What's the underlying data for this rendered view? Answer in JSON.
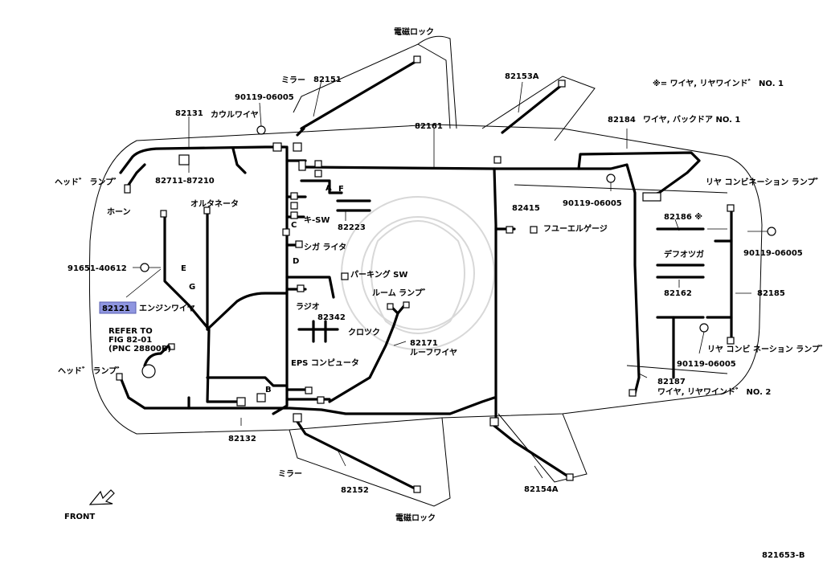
{
  "diagram": {
    "labels": {
      "denji_lock_top": "電磁ロック",
      "denji_lock_bottom": "電磁ロック",
      "note_star": "※= ワイヤ, リヤワインド゛ NO. 1",
      "mirror_top": "ミラー",
      "mirror_bottom": "ミラー",
      "p82151": "82151",
      "p82153a": "82153A",
      "p90119_top": "90119-06005",
      "p82131": "82131",
      "cowl_wire": "カウルワイヤ",
      "p82161": "82161",
      "p82184": "82184",
      "back_door_wire": "ワイヤ, バックドア NO. 1",
      "head_lamp_top": "ヘッド゛ ランプ゛",
      "p82711": "82711-87210",
      "horn": "ホーン",
      "alternator": "オルタネータ",
      "letter_a": "A",
      "letter_f": "F",
      "p82223": "82223",
      "key_sw": "キ-SW",
      "letter_c": "C",
      "cigar_lighter": "シガ ライタ",
      "letter_d": "D",
      "p90119_mid": "90119-06005",
      "p82415": "82415",
      "fuel_gauge": "フユーエルゲージ",
      "rear_combi_top": "リヤ コンビネーション ランプ゛",
      "p82186": "82186 ※",
      "defogger": "デフオツガ",
      "p90119_right": "90119-06005",
      "p82162": "82162",
      "p82185": "82185",
      "p91651": "91651-40612",
      "letter_e": "E",
      "letter_g": "G",
      "parking_sw": "パーキング SW",
      "p82121": "82121",
      "engine_wire": "エンジンワイヤ",
      "radio": "ラジオ",
      "room_lamp": "ルーム ランプ゛",
      "refer_to": "REFER TO",
      "fig": "FIG 82-01",
      "pnc": "(PNC 28800B)",
      "p82342": "82342",
      "clock": "クロツク",
      "p82171": "82171",
      "roof_wire": "ルーフワイヤ",
      "rear_combi_bottom": "リヤ コンビ ネーション ランプ゛",
      "p90119_low": "90119-06005",
      "head_lamp_bottom": "ヘッド゛ ランプ゛",
      "eps": "EPS コンピュータ",
      "letter_b": "B",
      "p82187": "82187",
      "rear_wind_wire2": "ワイヤ, リヤワインド゛ NO. 2",
      "p82132": "82132",
      "p82152": "82152",
      "p82154a": "82154A",
      "front": "FRONT",
      "fig_id": "821653-B"
    }
  }
}
